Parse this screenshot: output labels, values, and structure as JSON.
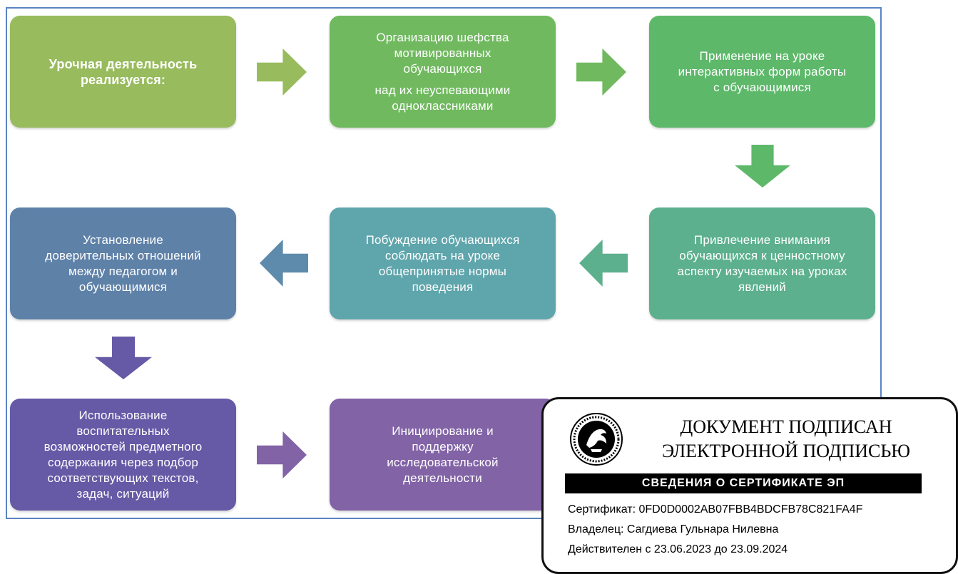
{
  "diagram": {
    "boxes": {
      "b1": {
        "lines": [
          "Урочная деятельность",
          "реализуется:"
        ],
        "color": "#98bb5d"
      },
      "b2": {
        "lines": [
          "Организацию шефства",
          "мотивированных",
          "обучающихся",
          "над их неуспевающими",
          "одноклассниками"
        ],
        "color": "#70b95f"
      },
      "b3": {
        "lines": [
          "Применение на уроке",
          "интерактивных форм работы",
          "с обучающимися"
        ],
        "color": "#5db86a"
      },
      "b4": {
        "lines": [
          "Привлечение внимания",
          "обучающихся к ценностному",
          "аспекту изучаемых на уроках",
          "явлений"
        ],
        "color": "#5cb08d"
      },
      "b5": {
        "lines": [
          "Побуждение обучающихся",
          "соблюдать на уроке",
          "общепринятые нормы",
          "поведения"
        ],
        "color": "#5fa5ac"
      },
      "b6": {
        "lines": [
          "Установление",
          "доверительных отношений",
          "между педагогом и",
          "обучающимися"
        ],
        "color": "#5e81a8"
      },
      "b7": {
        "lines": [
          "Использование",
          "воспитательных",
          "возможностей предметного",
          "содержания через подбор",
          "соответствующих текстов,",
          "задач, ситуаций"
        ],
        "color": "#6659a6"
      },
      "b8": {
        "lines": [
          "Инициирование и",
          "поддержку",
          "исследовательской",
          "деятельности"
        ],
        "color": "#8163a6"
      }
    },
    "arrow_colors": {
      "a1": "#98bb5d",
      "a2": "#70b95f",
      "a3": "#5db86a",
      "a4": "#5cb08d",
      "a5": "#5e8bab",
      "a6": "#6659a6",
      "a7": "#8163a6"
    }
  },
  "stamp": {
    "emblem_icon": "tatarstan-emblem-icon",
    "title_line1": "ДОКУМЕНТ ПОДПИСАН",
    "title_line2": "ЭЛЕКТРОННОЙ ПОДПИСЬЮ",
    "bar_label": "СВЕДЕНИЯ О СЕРТИФИКАТЕ ЭП",
    "certificate": "Сертификат: 0FD0D0002AB07FBB4BDCFB78C821FA4F",
    "owner": "Владелец: Сагдиева  Гульнара Нилевна",
    "valid": "Действителен с 23.06.2023 до 23.09.2024"
  }
}
